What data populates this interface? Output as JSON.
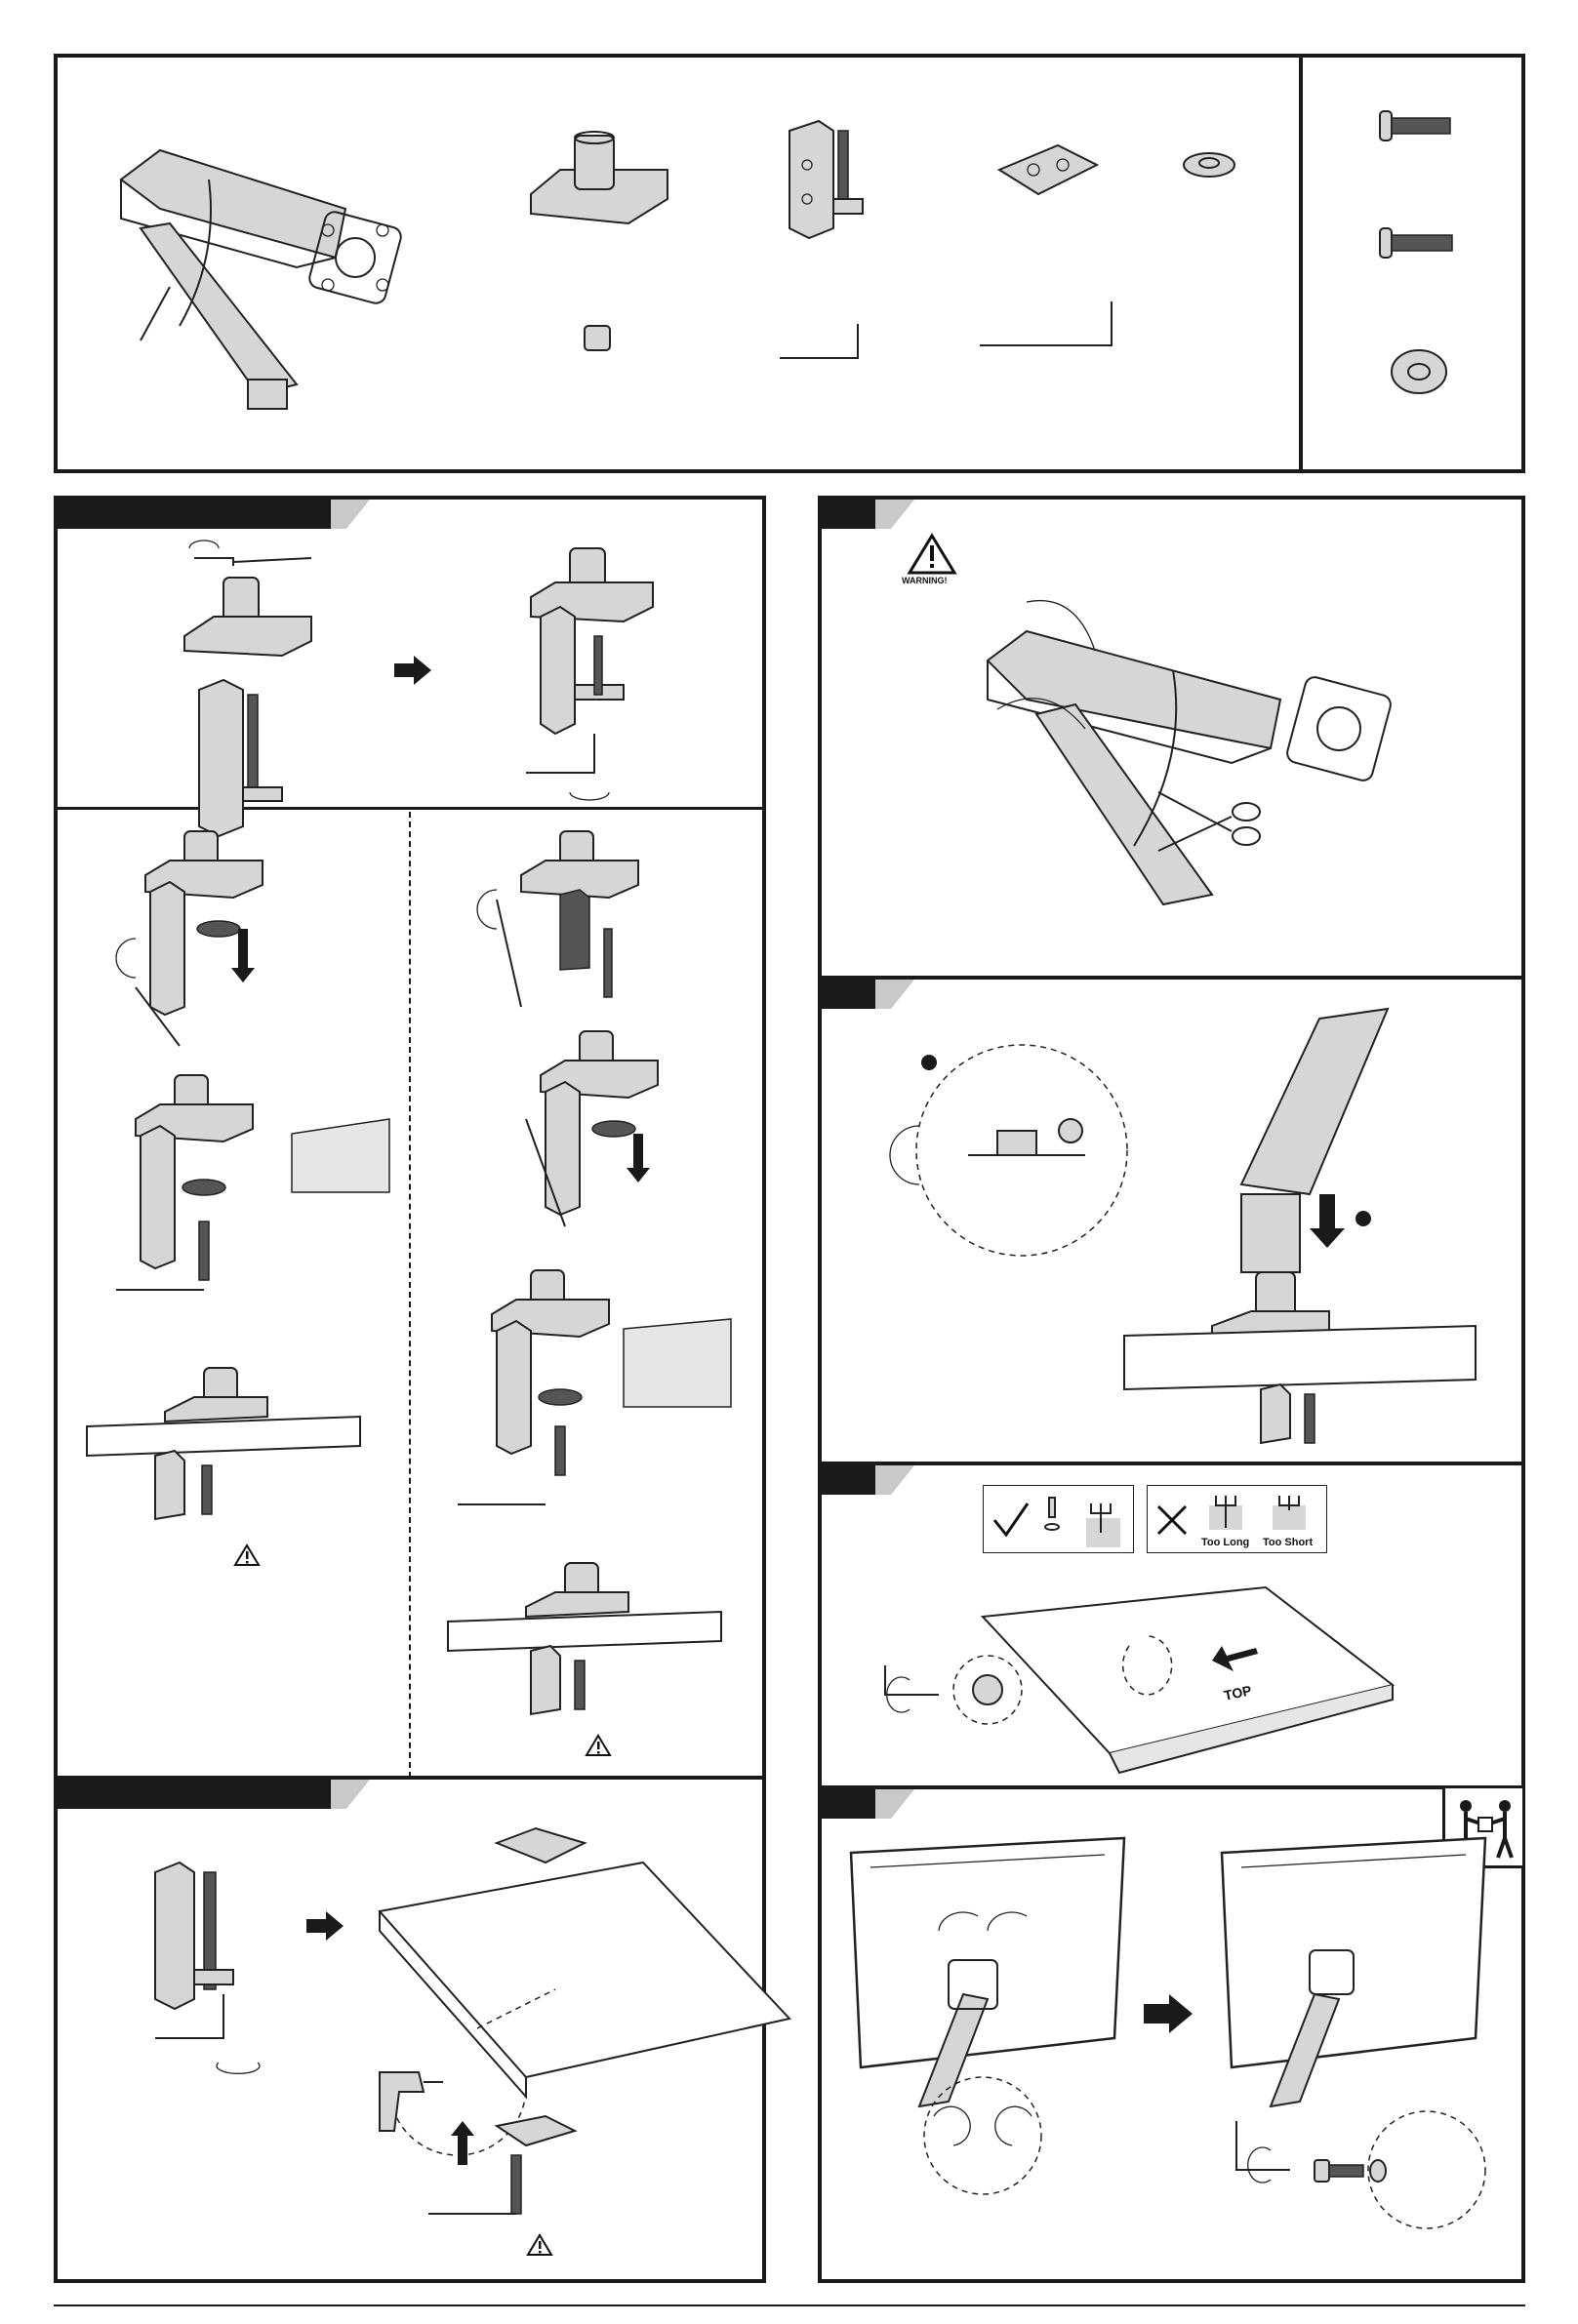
{
  "warning_sign": {
    "label": "WARNING!"
  },
  "screw_check": {
    "too_long": "Too Long",
    "too_short": "Too Short"
  },
  "monitor_label": {
    "top": "TOP"
  },
  "colors": {
    "ink": "#1a1a1a",
    "shade": "#d6d6d6",
    "accent_grey": "#c9c9c9"
  },
  "icons": [
    "warning-triangle-icon",
    "check-mark-icon",
    "cross-mark-icon",
    "arrow-right-icon",
    "rotate-arrow-icon",
    "two-person-lift-icon",
    "scissors-icon",
    "drill-icon"
  ]
}
